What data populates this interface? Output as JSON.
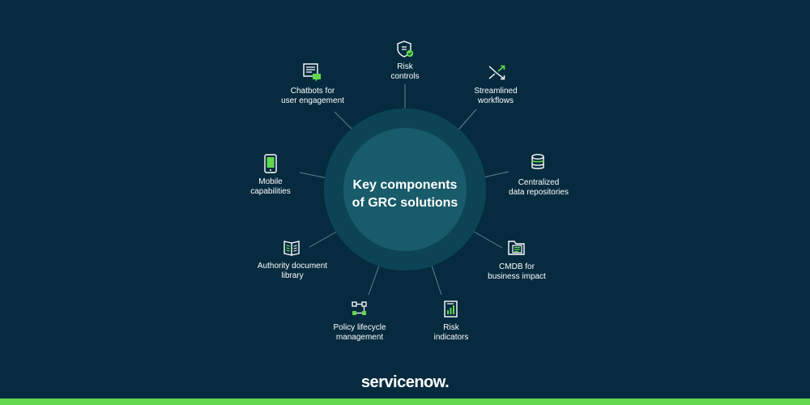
{
  "center": {
    "line1": "Key components",
    "line2": "of GRC solutions"
  },
  "components": [
    {
      "id": "risk-controls",
      "line1": "Risk",
      "line2": "controls",
      "icon": "shield-check-icon"
    },
    {
      "id": "streamlined-workflows",
      "line1": "Streamlined",
      "line2": "workflows",
      "icon": "workflow-arrows-icon"
    },
    {
      "id": "centralized-data-repositories",
      "line1": "Centralized",
      "line2": "data repositories",
      "icon": "database-icon"
    },
    {
      "id": "cmdb-business-impact",
      "line1": "CMDB for",
      "line2": "business impact",
      "icon": "folder-list-icon"
    },
    {
      "id": "risk-indicators",
      "line1": "Risk",
      "line2": "indicators",
      "icon": "chart-document-icon"
    },
    {
      "id": "policy-lifecycle-management",
      "line1": "Policy lifecycle",
      "line2": "management",
      "icon": "flow-nodes-icon"
    },
    {
      "id": "authority-document-library",
      "line1": "Authority document",
      "line2": "library",
      "icon": "open-book-icon"
    },
    {
      "id": "mobile-capabilities",
      "line1": "Mobile",
      "line2": "capabilities",
      "icon": "mobile-device-icon"
    },
    {
      "id": "chatbots-user-engagement",
      "line1": "Chatbots for",
      "line2": "user engagement",
      "icon": "chat-document-icon"
    }
  ],
  "logo": {
    "text": "servicenow."
  },
  "colors": {
    "background": "#062b3e",
    "outer_ring": "#0c4456",
    "inner_circle": "#185b6a",
    "accent": "#62d84e",
    "line": "#5e8493",
    "text": "#ffffff"
  }
}
